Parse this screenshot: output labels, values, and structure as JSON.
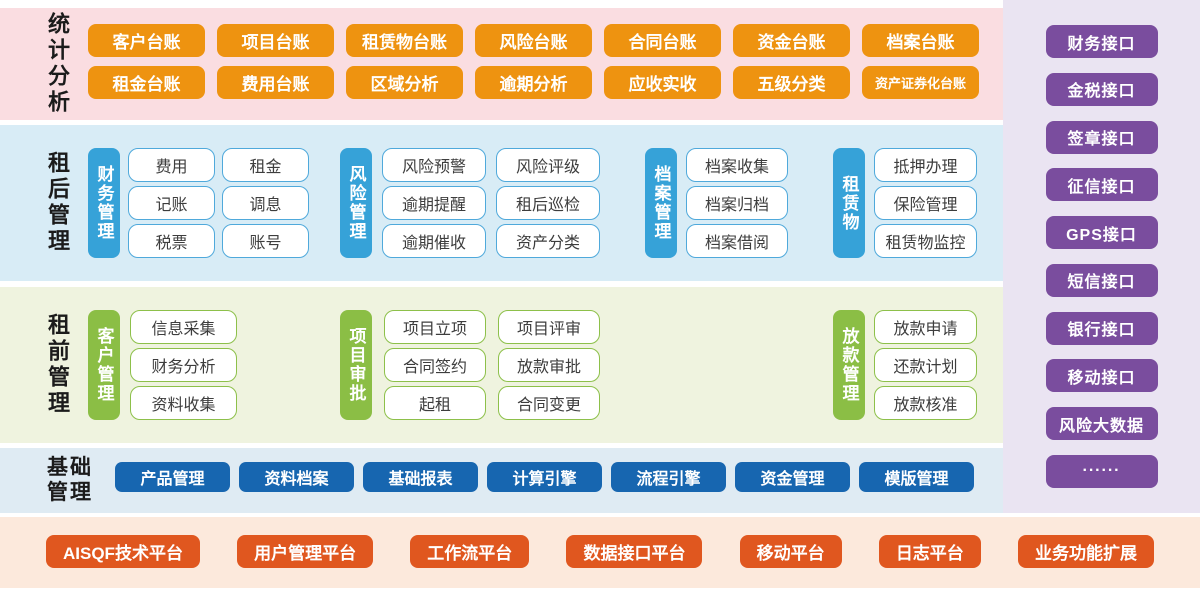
{
  "stats": {
    "label": "统计分析",
    "row1": [
      "客户台账",
      "项目台账",
      "租赁物台账",
      "风险台账",
      "合同台账",
      "资金台账",
      "档案台账"
    ],
    "row2": [
      "租金台账",
      "费用台账",
      "区域分析",
      "逾期分析",
      "应收实收",
      "五级分类",
      "资产证券化台账"
    ]
  },
  "postLease": {
    "label": "租后管理",
    "finance": {
      "pill": "财务管理",
      "items": [
        "费用",
        "租金",
        "记账",
        "调息",
        "税票",
        "账号"
      ]
    },
    "risk": {
      "pill": "风险管理",
      "items": [
        "风险预警",
        "风险评级",
        "逾期提醒",
        "租后巡检",
        "逾期催收",
        "资产分类"
      ]
    },
    "archive": {
      "pill": "档案管理",
      "items": [
        "档案收集",
        "档案归档",
        "档案借阅"
      ]
    },
    "leased": {
      "pill": "租赁物",
      "items": [
        "抵押办理",
        "保险管理",
        "租赁物监控"
      ]
    }
  },
  "preLease": {
    "label": "租前管理",
    "customer": {
      "pill": "客户管理",
      "items": [
        "信息采集",
        "财务分析",
        "资料收集"
      ]
    },
    "approval": {
      "pill": "项目审批",
      "items": [
        "项目立项",
        "项目评审",
        "合同签约",
        "放款审批",
        "起租",
        "合同变更"
      ]
    },
    "loan": {
      "pill": "放款管理",
      "items": [
        "放款申请",
        "还款计划",
        "放款核准"
      ]
    }
  },
  "base": {
    "label": "基础管理",
    "items": [
      "产品管理",
      "资料档案",
      "基础报表",
      "计算引擎",
      "流程引擎",
      "资金管理",
      "模版管理"
    ]
  },
  "platform": {
    "items": [
      "AISQF技术平台",
      "用户管理平台",
      "工作流平台",
      "数据接口平台",
      "移动平台",
      "日志平台",
      "业务功能扩展"
    ]
  },
  "interfaces": {
    "items": [
      "财务接口",
      "金税接口",
      "签章接口",
      "征信接口",
      "GPS接口",
      "短信接口",
      "银行接口",
      "移动接口",
      "风险大数据",
      "······"
    ]
  },
  "colors": {
    "stats_band_bg": "#fadde1",
    "post_band_bg": "#d8ecf6",
    "pre_band_bg": "#eff3df",
    "base_band_bg": "#dfebf3",
    "platform_band_bg": "#fce9dc",
    "interface_panel_bg": "#eae4f2",
    "ledger_chip": "#ee9310",
    "post_pill": "#36a2d8",
    "pre_pill": "#8bbe45",
    "base_btn": "#1766b0",
    "platform_btn": "#e0571f",
    "interface_btn": "#7a4d9e",
    "item_text": "#3d3d3d",
    "label_text": "#1b1b1b"
  }
}
